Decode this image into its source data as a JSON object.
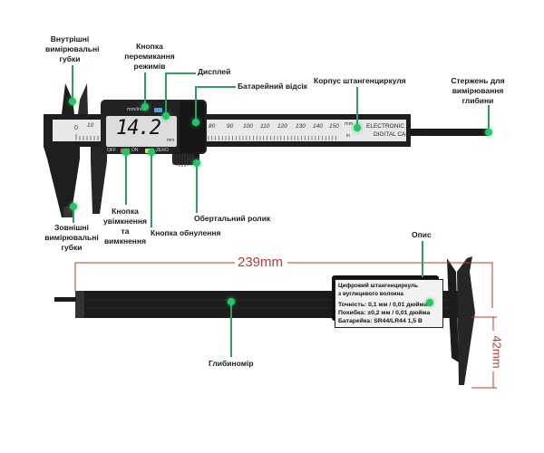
{
  "diagram": {
    "title": "Електронний штангенциркуль — будова",
    "top_view": {
      "labels": {
        "inner_jaws": "Внутрішні вимірювальні губки",
        "mode_button": "Кнопка перемикання режимів",
        "display": "Дисплей",
        "battery": "Батарейний відсік",
        "body": "Корпус штангенциркуля",
        "depth_rod": "Стержень для вимірювання глибини",
        "outer_jaws": "Зовнішні вимірювальні губки",
        "power_button": "Кнопка увімкнення та вимкнення",
        "zero_button": "Кнопка обнулення",
        "thumb_roller": "Обертальний ролик"
      },
      "caliper": {
        "display_value": "14.2",
        "display_unit": "mm",
        "mode_label": "mm/inch",
        "off_label": "OFF",
        "on_label": "ON",
        "zero_label": "ZERO",
        "brand_line1": "ELECTRONIC",
        "brand_line2": "DIGITAL CALIPER",
        "scale_unit_mm": "mm",
        "scale_unit_in": "in",
        "scale_numbers": [
          "0",
          "10",
          "80",
          "90",
          "100",
          "110",
          "120",
          "130",
          "140",
          "150"
        ]
      }
    },
    "side_view": {
      "length_dimension": "239mm",
      "height_dimension": "42mm",
      "labels": {
        "description": "Опис",
        "depth_gauge": "Глибиномір"
      },
      "spec": {
        "title_line1": "Цифровий штангенциркуль",
        "title_line2": "з вуглецевого волокна",
        "accuracy": "Точність: 0,1 мм / 0,01 дюйма",
        "error": "Похибка: ±0,2 мм / 0,01 дюйма",
        "battery": "Батарейка: SR44/LR44 1,5 В"
      }
    },
    "colors": {
      "leader": "#2e9e62",
      "dot": "#27c46a",
      "dimension": "#c0392b",
      "caliper_body": "#1e1e1e",
      "scale_face": "#e8e8e8"
    }
  }
}
